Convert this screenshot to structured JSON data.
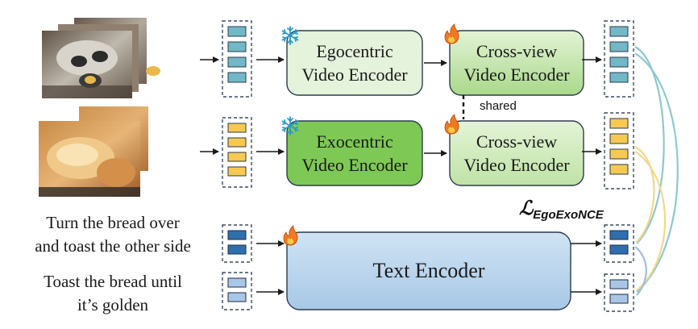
{
  "encoders": {
    "ego": {
      "line1": "Egocentric",
      "line2": "Video Encoder",
      "state": "frozen"
    },
    "exo": {
      "line1": "Exocentric",
      "line2": "Video Encoder",
      "state": "frozen"
    },
    "cross_top": {
      "line1": "Cross-view",
      "line2": "Video Encoder",
      "state": "trainable"
    },
    "cross_bottom": {
      "line1": "Cross-view",
      "line2": "Video Encoder",
      "state": "trainable"
    },
    "text": {
      "label": "Text Encoder",
      "state": "trainable"
    }
  },
  "shared_label": "shared",
  "loss": {
    "main": "ℒ",
    "subscript": "EgoExoNCE"
  },
  "captions": {
    "first": {
      "line1": "Turn the bread over",
      "line2": "and toast the other side"
    },
    "second": {
      "line1": "Toast the bread until",
      "line2": "it’s golden"
    }
  },
  "icons": {
    "frozen": "snowflake-icon",
    "trainable": "flame-icon"
  },
  "colors": {
    "ego_fill": "#e5f2dc",
    "exo_fill": "#7ec855",
    "cross_fill": "#c9e6b0",
    "text_fill": "#bfd8ee",
    "token_teal": "#72b8c6",
    "token_yellow": "#f7c951",
    "token_blue": "#2f6fae",
    "token_lightblue": "#a9c6e6",
    "curve_teal": "#8ec8cf",
    "curve_yellow": "#f0d98a",
    "curve_blue": "#9cc0dd"
  }
}
